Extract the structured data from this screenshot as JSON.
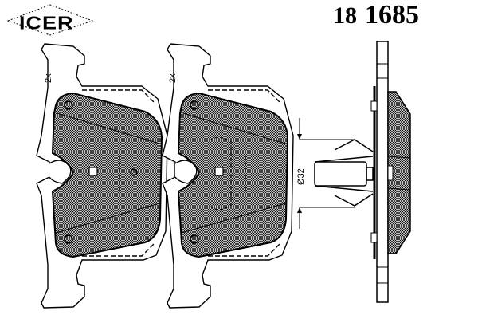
{
  "brand": {
    "name": "ICER"
  },
  "part_number": {
    "prefix": "18",
    "number": "1685"
  },
  "annotations": {
    "quantity_left": "2x",
    "quantity_right": "2x",
    "diameter": "Ø32"
  },
  "colors": {
    "line": "#000000",
    "background": "#ffffff"
  }
}
